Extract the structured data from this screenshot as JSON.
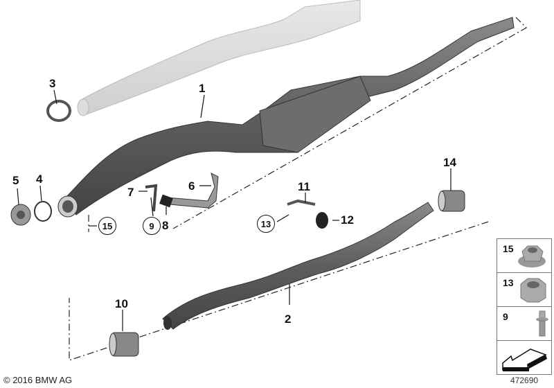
{
  "diagram": {
    "title": "Exhaust system parts diagram",
    "callouts": [
      {
        "id": "1",
        "label": "1"
      },
      {
        "id": "2",
        "label": "2"
      },
      {
        "id": "3",
        "label": "3"
      },
      {
        "id": "4",
        "label": "4"
      },
      {
        "id": "5",
        "label": "5"
      },
      {
        "id": "6",
        "label": "6"
      },
      {
        "id": "7",
        "label": "7"
      },
      {
        "id": "8",
        "label": "8"
      },
      {
        "id": "10",
        "label": "10"
      },
      {
        "id": "11",
        "label": "11"
      },
      {
        "id": "12",
        "label": "12"
      },
      {
        "id": "14",
        "label": "14"
      }
    ],
    "circled_refs": [
      {
        "label": "15"
      },
      {
        "label": "9"
      },
      {
        "label": "13"
      }
    ],
    "parts": [
      {
        "name": "catalytic-converter-ghost"
      },
      {
        "name": "front-pipe-with-catalytic-converter"
      },
      {
        "name": "center-muffler-pipe"
      },
      {
        "name": "clamp"
      },
      {
        "name": "gasket-ring"
      },
      {
        "name": "flange-seal"
      },
      {
        "name": "bracket"
      },
      {
        "name": "hanger"
      },
      {
        "name": "rubber-mount"
      },
      {
        "name": "pipe-clamp-front"
      },
      {
        "name": "pipe-clamp-rear"
      }
    ]
  },
  "legend": {
    "items": [
      {
        "label": "15",
        "part": "flange-nut"
      },
      {
        "label": "13",
        "part": "hex-nut"
      },
      {
        "label": "9",
        "part": "bolt"
      },
      {
        "label": "",
        "part": "direction-arrow"
      }
    ]
  },
  "footer": {
    "copyright": "© 2016 BMW AG",
    "image_id": "472690"
  }
}
